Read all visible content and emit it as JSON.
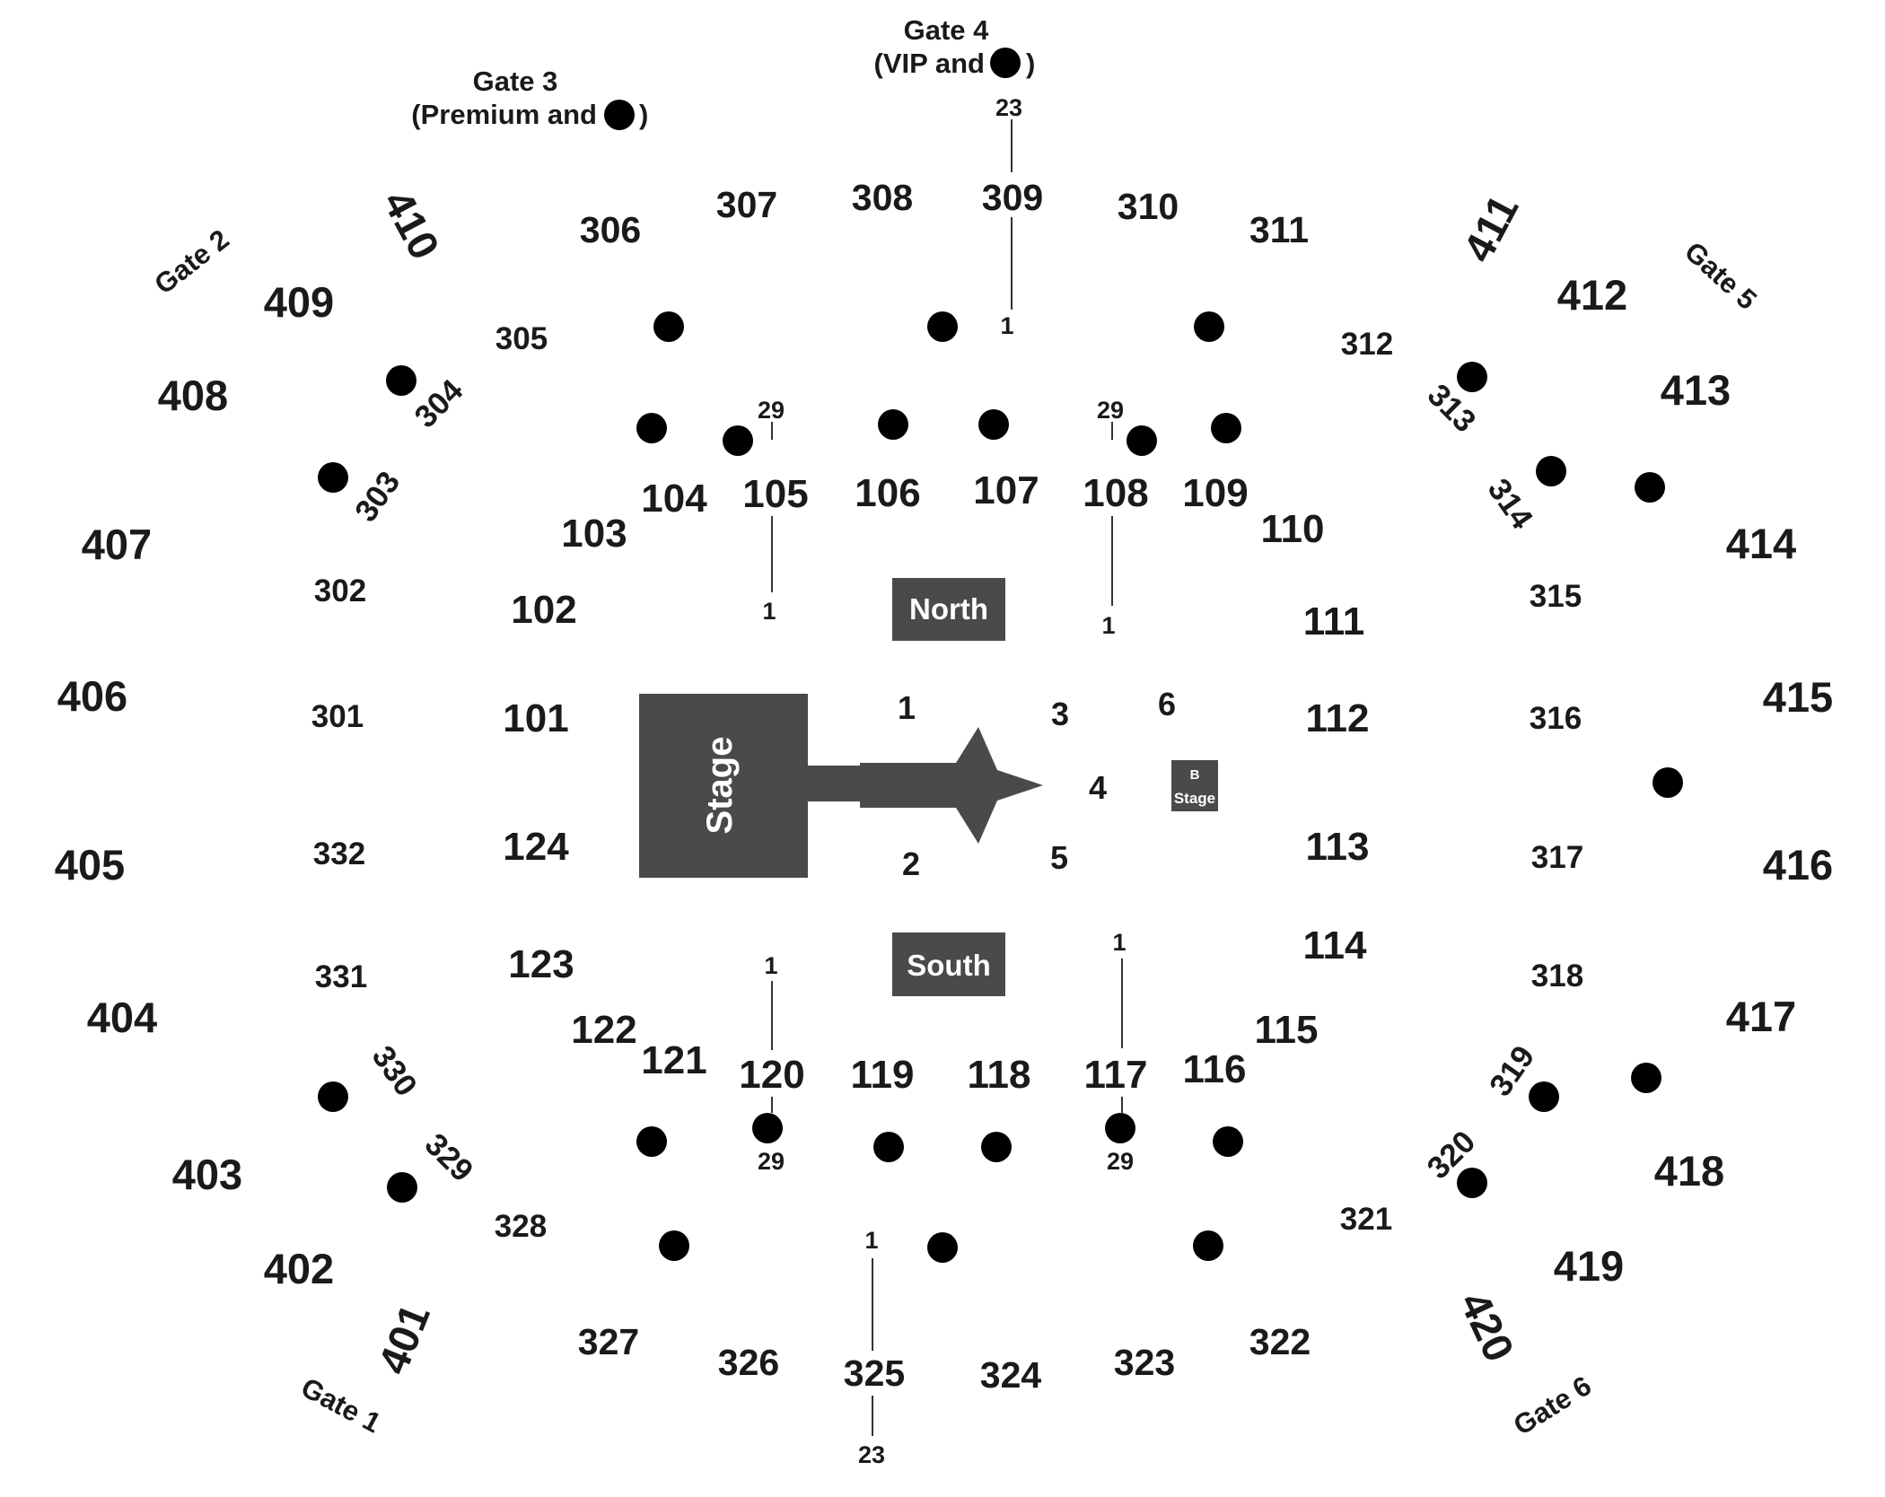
{
  "gates": {
    "gate1": "Gate 1",
    "gate2": "Gate 2",
    "gate3": {
      "title": "Gate 3",
      "sub_pre": "(Premium and",
      "sub_post": ")"
    },
    "gate4": {
      "title": "Gate 4",
      "sub_pre": "(VIP and",
      "sub_post": ")"
    },
    "gate5": "Gate 5",
    "gate6": "Gate 6"
  },
  "stage": {
    "main": "Stage",
    "b_stage_line1": "B",
    "b_stage_line2": "Stage"
  },
  "zones": {
    "north": "North",
    "south": "South"
  },
  "floor_sections": [
    "1",
    "2",
    "3",
    "4",
    "5",
    "6"
  ],
  "rows": {
    "first": "1",
    "last_lower": "29",
    "last_upper": "23"
  },
  "sections": {
    "s100": [
      "101",
      "102",
      "103",
      "104",
      "105",
      "106",
      "107",
      "108",
      "109",
      "110",
      "111",
      "112",
      "113",
      "114",
      "115",
      "116",
      "117",
      "118",
      "119",
      "120",
      "121",
      "122",
      "123",
      "124"
    ],
    "s300": [
      "301",
      "302",
      "303",
      "304",
      "305",
      "306",
      "307",
      "308",
      "309",
      "310",
      "311",
      "312",
      "313",
      "314",
      "315",
      "316",
      "317",
      "318",
      "319",
      "320",
      "321",
      "322",
      "323",
      "324",
      "325",
      "326",
      "327",
      "328",
      "329",
      "330",
      "331",
      "332"
    ],
    "s400": [
      "401",
      "402",
      "403",
      "404",
      "405",
      "406",
      "407",
      "408",
      "409",
      "410",
      "411",
      "412",
      "413",
      "414",
      "415",
      "416",
      "417",
      "418",
      "419",
      "420"
    ]
  },
  "icons": {
    "accessibility": "wheelchair-icon"
  },
  "colors": {
    "stage": "#4a4a4a",
    "accessibility": "#1437c8",
    "text": "#1a1a1a"
  }
}
